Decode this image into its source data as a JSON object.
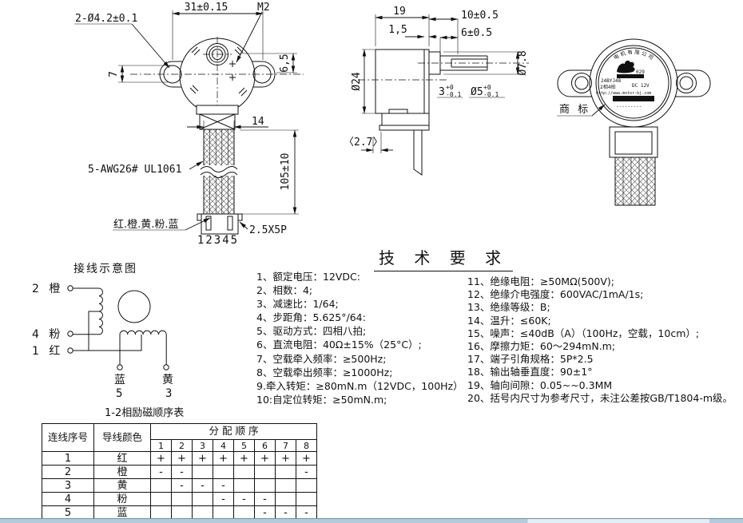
{
  "front_view": {
    "dim_hole": "2-Ø4.2±0.1",
    "dim_width": "31±0.15",
    "thread": "M2",
    "dim_7": "7",
    "dim_65": "6,5",
    "dim_14": "14",
    "dim_length": "105±10",
    "wire_spec": "5-AWG26# UL1061",
    "wire_colors": "红.橙.黄.粉.蓝",
    "pin_numbers": "12345",
    "connector_spec": "2.5X5P"
  },
  "side_view": {
    "dim_19": "19",
    "dim_15": "1,5",
    "dim_10": "10±0.5",
    "dim_6": "6±0.5",
    "dim_d24": "Ø24",
    "dim_d78": "Ø7.8",
    "dim_3": {
      "base": "3",
      "sup": "+0",
      "sub": "-0.1"
    },
    "dim_d5": {
      "base": "Ø5",
      "sup": "+0",
      "sub": "-0.1"
    },
    "dim_27": "〈2.7〉"
  },
  "rear_view": {
    "trademark_label": "商 标",
    "nameplate": {
      "arc_text": "电 机 有 限 公 司",
      "model": "24BYJ48",
      "phase": "2相4拍",
      "code": "029",
      "voltage": "DC 12V",
      "url": "http://www.motor-bj.com",
      "serial_dashes": "---------"
    }
  },
  "wiring": {
    "title": "接线示意图",
    "terminal_2": "2 橙",
    "terminal_4": "4 粉",
    "terminal_1": "1 红",
    "blue": "蓝",
    "blue_no": "5",
    "yellow": "黄",
    "yellow_no": "3"
  },
  "tech": {
    "title": "技 术 要 求",
    "left": [
      "1、额定电压：12VDC:",
      "2、相数：4;",
      "3、减速比：1/64;",
      "4、步距角：5.625°/64:",
      "5、驱动方式：四相八拍;",
      "6、直流电阻：40Ω±15%（25°C）;",
      "7、空载牵入频率：≥500Hz;",
      "8、空载牵出频率：≥1000Hz;",
      "9.牵入转矩：≥80mN.m（12VDC，100Hz）",
      "10:自定位转矩：≥50mN.m;"
    ],
    "right": [
      "11、绝缘电阻：≥50MΩ(500V);",
      "12、绝缘介电强度：600VAC/1mA/1s;",
      "13、绝缘等级：B;",
      "14、温升：≤60K;",
      "15、噪声：≤40dB（A）（100Hz，空载，10cm）;",
      "16、摩擦力矩：60～294mN.m;",
      "17、端子引角规格：5P*2.5",
      "18、输出轴垂直度：90±1°",
      "19、轴向间隙：0.05~~0.3MM",
      "20、括号内尺寸为参考尺寸，未注公差按GB/T1804-m级。"
    ]
  },
  "table": {
    "caption": "1-2相励磁顺序表",
    "col_no": "连线序号",
    "col_color": "导线颜色",
    "col_seq": "分 配 顺 序",
    "subcols": [
      "1",
      "2",
      "3",
      "4",
      "5",
      "6",
      "7",
      "8"
    ],
    "rows": [
      {
        "no": "1",
        "color": "红",
        "seq": [
          "+",
          "+",
          "+",
          "+",
          "+",
          "+",
          "+",
          "+"
        ]
      },
      {
        "no": "2",
        "color": "橙",
        "seq": [
          "-",
          "-",
          "",
          "",
          "",
          "",
          "",
          "-"
        ]
      },
      {
        "no": "3",
        "color": "黄",
        "seq": [
          "",
          "-",
          "-",
          "-",
          "",
          "",
          "",
          ""
        ]
      },
      {
        "no": "4",
        "color": "粉",
        "seq": [
          "",
          "",
          "",
          "-",
          "-",
          "-",
          "",
          ""
        ]
      },
      {
        "no": "5",
        "color": "蓝",
        "seq": [
          "",
          "",
          "",
          "",
          "",
          "-",
          "-",
          "-"
        ]
      }
    ]
  }
}
